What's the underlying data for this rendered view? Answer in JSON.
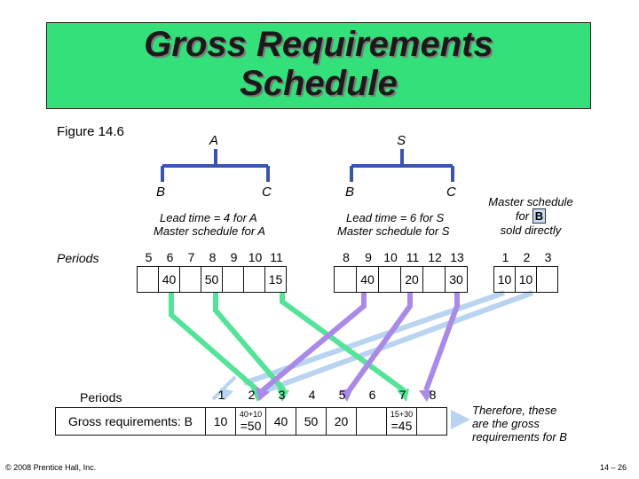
{
  "title": {
    "line1": "Gross Requirements",
    "line2": "Schedule"
  },
  "figure_label": "Figure 14.6",
  "tree_a": {
    "root": "A",
    "left": "B",
    "right": "C",
    "lead_time": "Lead time = 4 for A",
    "schedule": "Master schedule for A"
  },
  "tree_s": {
    "root": "S",
    "left": "B",
    "right": "C",
    "lead_time": "Lead time = 6 for S",
    "schedule": "Master schedule for S"
  },
  "direct": {
    "line1": "Master schedule",
    "line2_pre": "for",
    "line2_b": "B",
    "line3": "sold directly"
  },
  "top_periods_label": "Periods",
  "table_a": {
    "periods": [
      "5",
      "6",
      "7",
      "8",
      "9",
      "10",
      "11"
    ],
    "values": [
      "",
      "40",
      "",
      "50",
      "",
      "",
      "15"
    ]
  },
  "table_s": {
    "periods": [
      "8",
      "9",
      "10",
      "11",
      "12",
      "13"
    ],
    "values": [
      "",
      "40",
      "",
      "20",
      "",
      "30"
    ]
  },
  "table_b": {
    "periods": [
      "1",
      "2",
      "3"
    ],
    "values": [
      "10",
      "10",
      ""
    ]
  },
  "bottom": {
    "periods_label": "Periods",
    "gross_label": "Gross requirements: B",
    "periods": [
      "1",
      "2",
      "3",
      "4",
      "5",
      "6",
      "7",
      "8"
    ],
    "values": [
      {
        "top": "",
        "main": "10"
      },
      {
        "top": "40+10",
        "main": "=50"
      },
      {
        "top": "",
        "main": "40"
      },
      {
        "top": "",
        "main": "50"
      },
      {
        "top": "",
        "main": "20"
      },
      {
        "top": "",
        "main": ""
      },
      {
        "top": "15+30",
        "main": "=45"
      },
      {
        "top": "",
        "main": ""
      }
    ]
  },
  "conclusion": {
    "line1": "Therefore, these",
    "line2": "are the gross",
    "line3": "requirements for B"
  },
  "footer": {
    "copyright": "© 2008 Prentice Hall, Inc.",
    "page": "14 – 26"
  },
  "colors": {
    "title_bg": "#33e07a",
    "tree_lines": "#3a55b0",
    "arrow_green": "#55e39a",
    "arrow_purple": "#a98ae8",
    "arrow_light": "#b8d4f0"
  }
}
